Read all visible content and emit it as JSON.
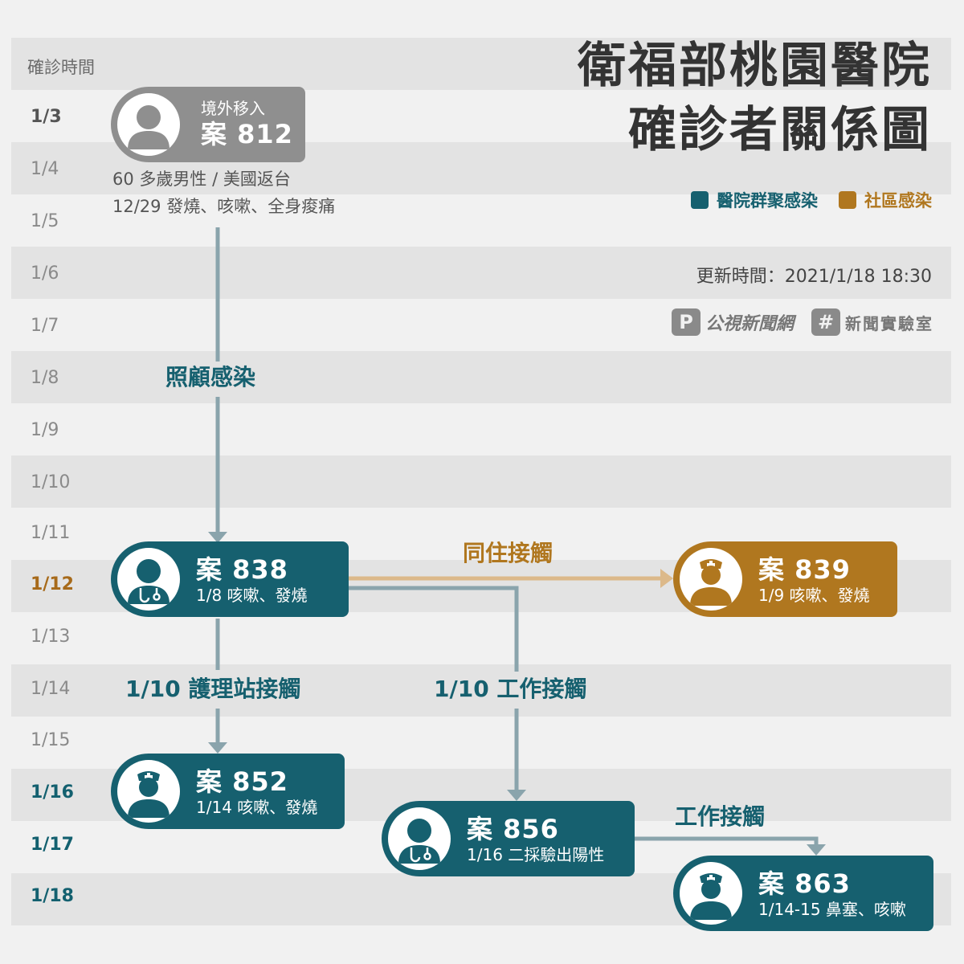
{
  "title": {
    "line1": "衛福部桃園醫院",
    "line2": "確診者關係圖"
  },
  "legend": [
    {
      "label": "醫院群聚感染",
      "color": "#16606f"
    },
    {
      "label": "社區感染",
      "color": "#b0771f"
    }
  ],
  "update": "更新時間：2021/1/18 18:30",
  "logos": {
    "pts": "公視新聞網",
    "lab": "新聞實驗室"
  },
  "timeline": {
    "header": "確診時間",
    "dates": [
      "1/3",
      "1/4",
      "1/5",
      "1/6",
      "1/7",
      "1/8",
      "1/9",
      "1/10",
      "1/11",
      "1/12",
      "1/13",
      "1/14",
      "1/15",
      "1/16",
      "1/17",
      "1/18"
    ]
  },
  "cases": {
    "c812": {
      "sub": "境外移入",
      "id": "案 812",
      "desc1": "60 多歲男性 / 美國返台",
      "desc2": "12/29 發燒、咳嗽、全身痠痛",
      "icon": "person-icon"
    },
    "c838": {
      "id": "案 838",
      "sub": "1/8 咳嗽、發燒",
      "icon": "doctor-icon"
    },
    "c839": {
      "id": "案 839",
      "sub": "1/9 咳嗽、發燒",
      "icon": "nurse-icon"
    },
    "c852": {
      "id": "案 852",
      "sub": "1/14 咳嗽、發燒",
      "icon": "nurse-icon"
    },
    "c856": {
      "id": "案 856",
      "sub": "1/16 二採驗出陽性",
      "icon": "doctor-icon"
    },
    "c863": {
      "id": "案 863",
      "sub": "1/14-15 鼻塞、咳嗽",
      "icon": "nurse-icon"
    }
  },
  "links": {
    "care": "照顧感染",
    "cohabit": "同住接觸",
    "nursing_station": "1/10 護理站接觸",
    "work_110": "1/10 工作接觸",
    "work": "工作接觸"
  }
}
